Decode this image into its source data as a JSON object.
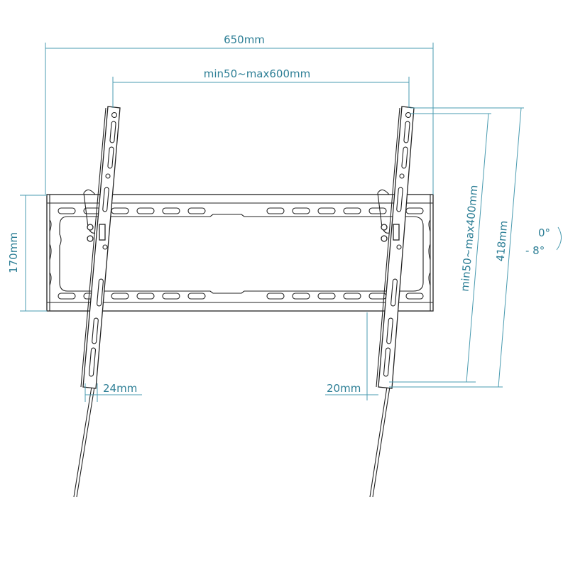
{
  "diagram": {
    "subject": "Tilting TV wall mount bracket",
    "dimensions": {
      "overall_width": "650mm",
      "vesa_horizontal": "min50~max600mm",
      "plate_height": "170mm",
      "vesa_vertical": "min50~max400mm",
      "arm_length": "418mm",
      "left_offset": "24mm",
      "right_offset": "20mm"
    },
    "tilt": {
      "min": "0°",
      "max": "- 8°"
    },
    "colors": {
      "dimension_line": "#4a9bb0",
      "dimension_text": "#2e7f96",
      "drawing_line": "#222222"
    }
  }
}
